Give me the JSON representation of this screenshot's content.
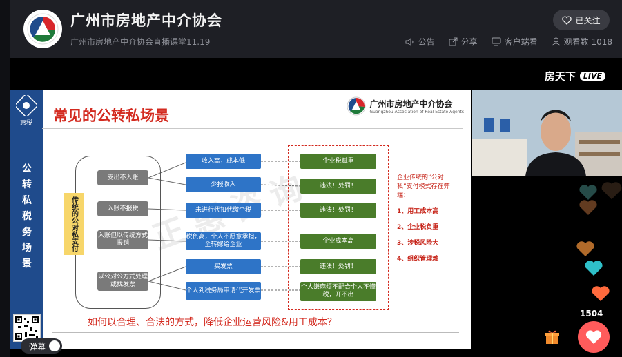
{
  "header": {
    "title": "广州市房地产中介协会",
    "subtitle": "广州市房地产中介协会直播课堂11.19",
    "follow_label": "已关注",
    "actions": [
      {
        "label": "公告",
        "icon": "speaker-icon"
      },
      {
        "label": "分享",
        "icon": "share-icon"
      },
      {
        "label": "客户端看",
        "icon": "monitor-icon"
      },
      {
        "label": "观看数 1018",
        "icon": "user-icon"
      }
    ]
  },
  "brand": {
    "name": "房天下",
    "tag": "LIVE"
  },
  "slide": {
    "title": "常见的公转私场景",
    "association_cn": "广州市房地产中介协会",
    "association_en": "Guangzhou Association of Real Estate Agents",
    "side_logo_text": "惠税",
    "side_title": "公转私税务场景",
    "left_column": "传统的公对私支付",
    "scenarios": [
      "支出不入账",
      "入账不报税",
      "入账但以传统方式报销",
      "以公对公方式处理或找发票"
    ],
    "actions": [
      "收入高，成本低",
      "少报收入",
      "未进行代扣代缴个税",
      "税负高，个人不愿意承担，全转嫁给企业",
      "买发票",
      "个人到税务局申请代开发票"
    ],
    "results": [
      "企业税赋重",
      "违法！处罚！",
      "违法！处罚！",
      "企业成本高",
      "违法！处罚！",
      "个人嫌麻烦不配合个人不懂税，开不出"
    ],
    "note_intro": "企业传统的“公对私”支付模式存在弊端：",
    "note_items": [
      "1、用工成本高",
      "2、企业税负重",
      "3、涉税风险大",
      "4、组织管理难"
    ],
    "bottom_question": "如何以合理、合法的方式，降低企业运营风险&用工成本？",
    "watermark": "正惠咨询"
  },
  "reactions": {
    "like_count": "1504",
    "danmu_label": "弹幕"
  },
  "colors": {
    "accent_red": "#d32a1f",
    "slide_blue": "#1f4b8c",
    "like_red": "#ff5b5b"
  }
}
